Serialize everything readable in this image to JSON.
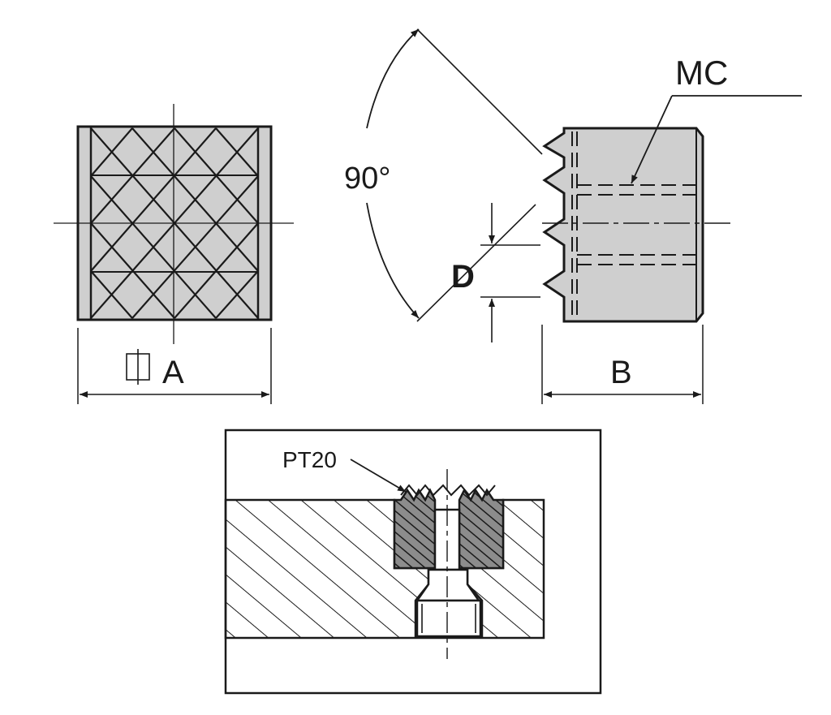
{
  "labels": {
    "angle": "90°",
    "thread_callout": "MC",
    "dim_a": "A",
    "dim_b": "B",
    "dim_d": "D",
    "pitch_callout": "PT20"
  },
  "icons": {
    "square_symbol": "square-section-symbol"
  },
  "colors": {
    "line": "#1a1a1a",
    "shade": "#cfcfcf",
    "shade_dark": "#8c8c8c",
    "background": "#ffffff"
  }
}
